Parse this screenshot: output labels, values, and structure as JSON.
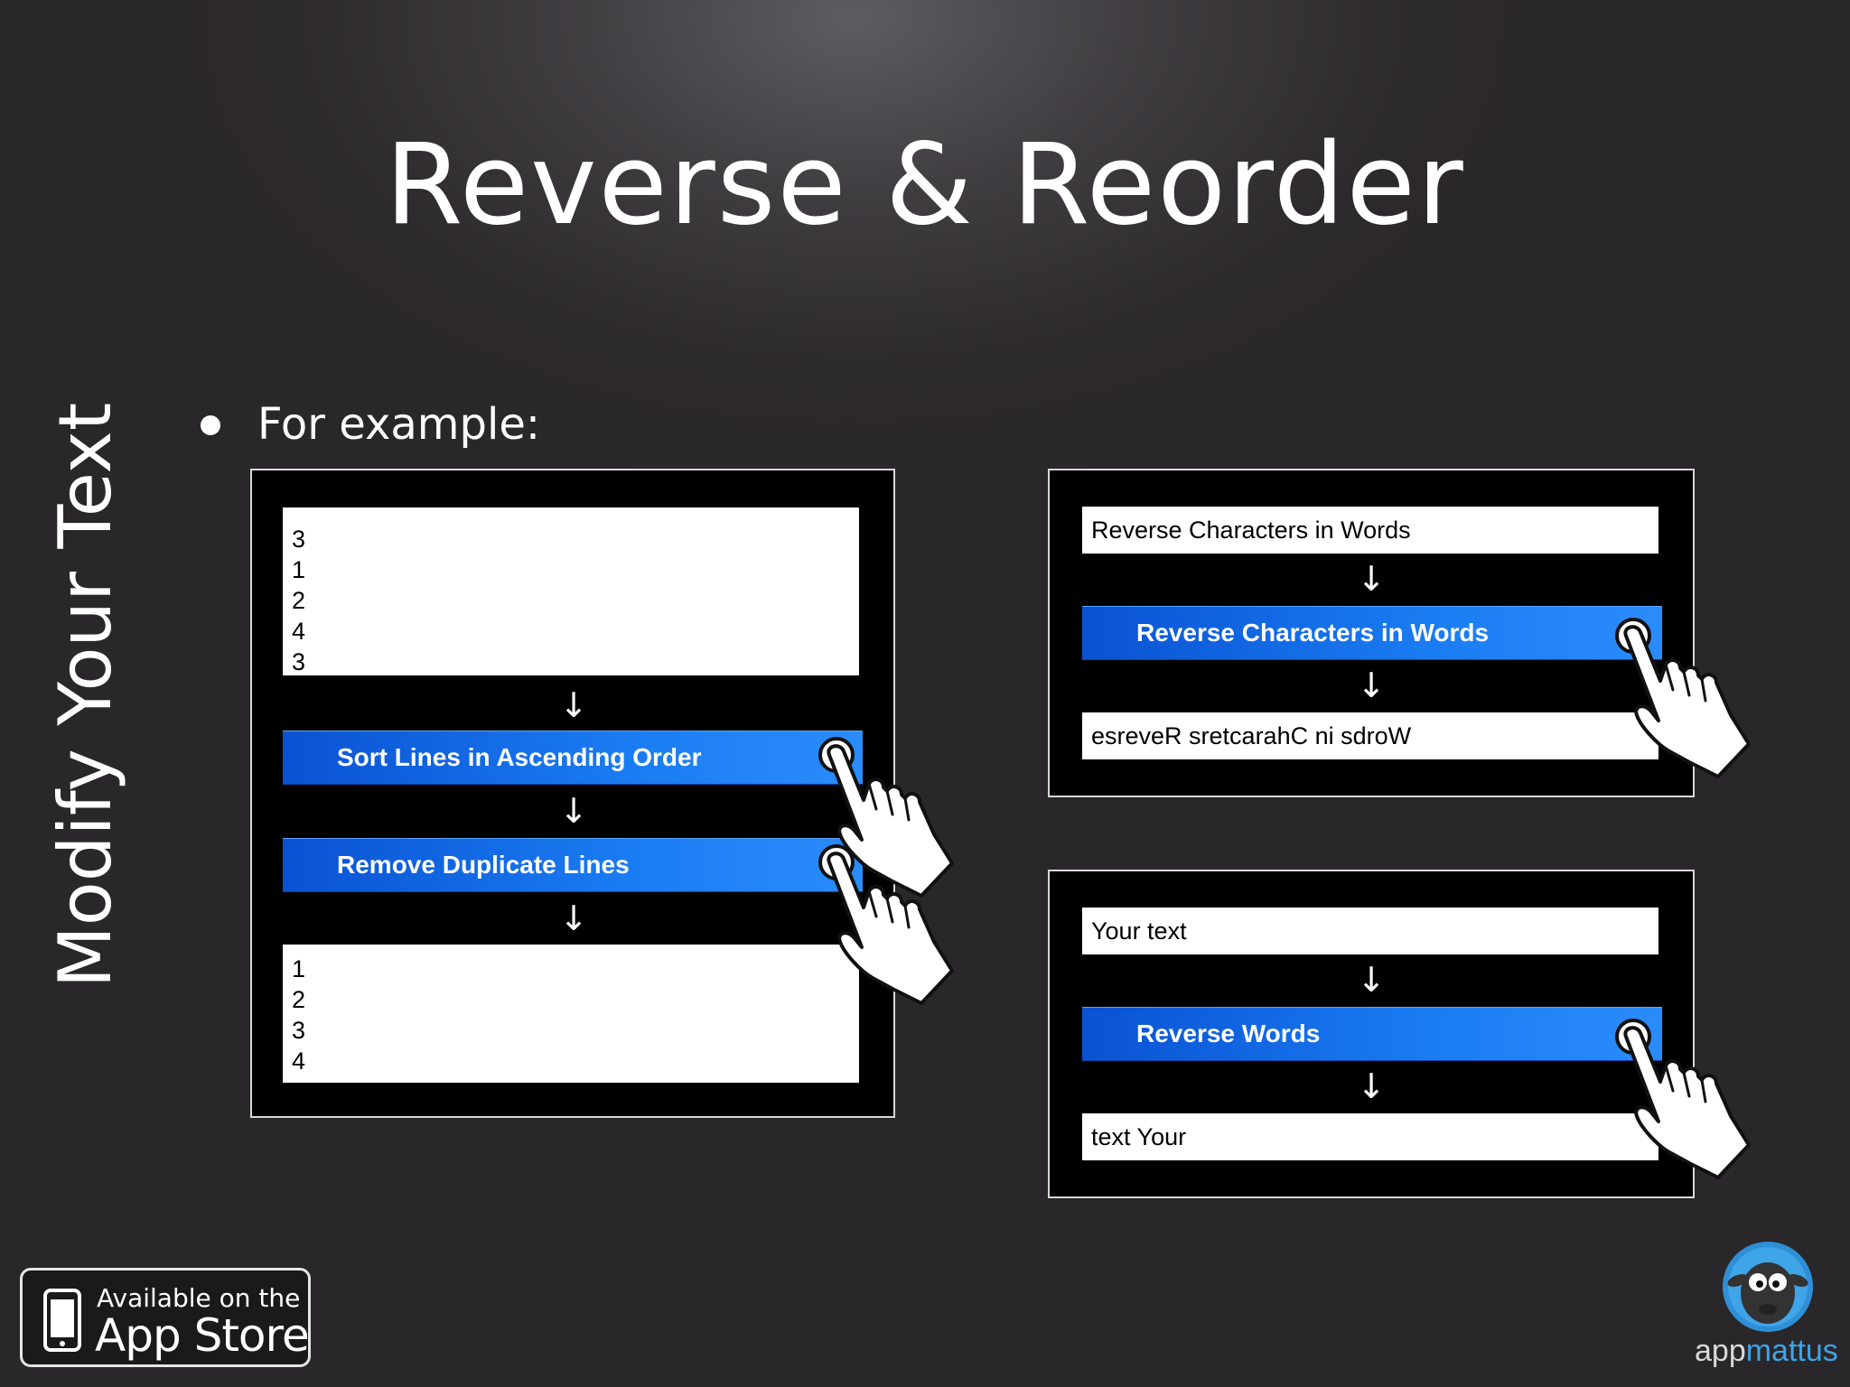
{
  "slide": {
    "title": "Reverse & Reorder",
    "side_title": "Modify Your Text",
    "bullet": "For example:"
  },
  "panel_sort": {
    "input_lines": [
      "3",
      "1",
      "2",
      "4",
      "3"
    ],
    "arrow": "↓",
    "action_1": "Sort Lines in Ascending Order",
    "action_2": "Remove Duplicate Lines",
    "output_lines": [
      "1",
      "2",
      "3",
      "4"
    ]
  },
  "panel_chars": {
    "input": "Reverse Characters in Words",
    "arrow": "↓",
    "action": "Reverse Characters in Words",
    "output": "esreveR sretcarahC ni sdroW"
  },
  "panel_words": {
    "input": "Your text",
    "arrow": "↓",
    "action": "Reverse Words",
    "output": "text Your"
  },
  "badge": {
    "line_1": "Available on the",
    "line_2": "App Store"
  },
  "logo": {
    "part_1": "app",
    "part_2": "mattus"
  },
  "colors": {
    "action_blue": "#1a7cf2",
    "logo_blue": "#3fa4e8"
  },
  "icons": [
    "tap-hand-icon",
    "iphone-icon",
    "sheep-logo-icon"
  ]
}
